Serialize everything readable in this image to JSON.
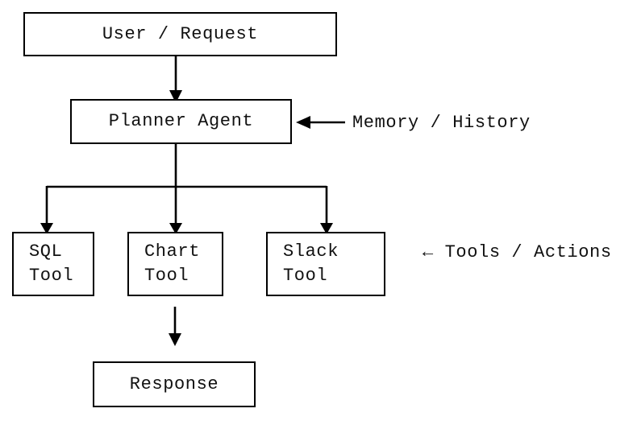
{
  "diagram": {
    "title": "agent-architecture-flowchart",
    "colors": {
      "background": "#ffffff",
      "stroke": "#000000",
      "text": "#111111"
    },
    "nodes": {
      "user": {
        "label": "User / Request"
      },
      "planner": {
        "label": "Planner Agent"
      },
      "sql": {
        "label": "SQL\nTool"
      },
      "chart": {
        "label": "Chart\nTool"
      },
      "slack": {
        "label": "Slack\nTool"
      },
      "response": {
        "label": "Response"
      }
    },
    "annotations": {
      "memory": {
        "label": "Memory / History"
      },
      "tools": {
        "label": "← Tools / Actions"
      }
    },
    "edges": [
      {
        "from": "user",
        "to": "planner",
        "type": "arrow"
      },
      {
        "from": "memory-history",
        "to": "planner",
        "type": "arrow"
      },
      {
        "from": "planner",
        "to": "sql",
        "type": "arrow"
      },
      {
        "from": "planner",
        "to": "chart",
        "type": "arrow"
      },
      {
        "from": "planner",
        "to": "slack",
        "type": "arrow"
      },
      {
        "from": "chart",
        "to": "response",
        "type": "arrow"
      }
    ]
  }
}
